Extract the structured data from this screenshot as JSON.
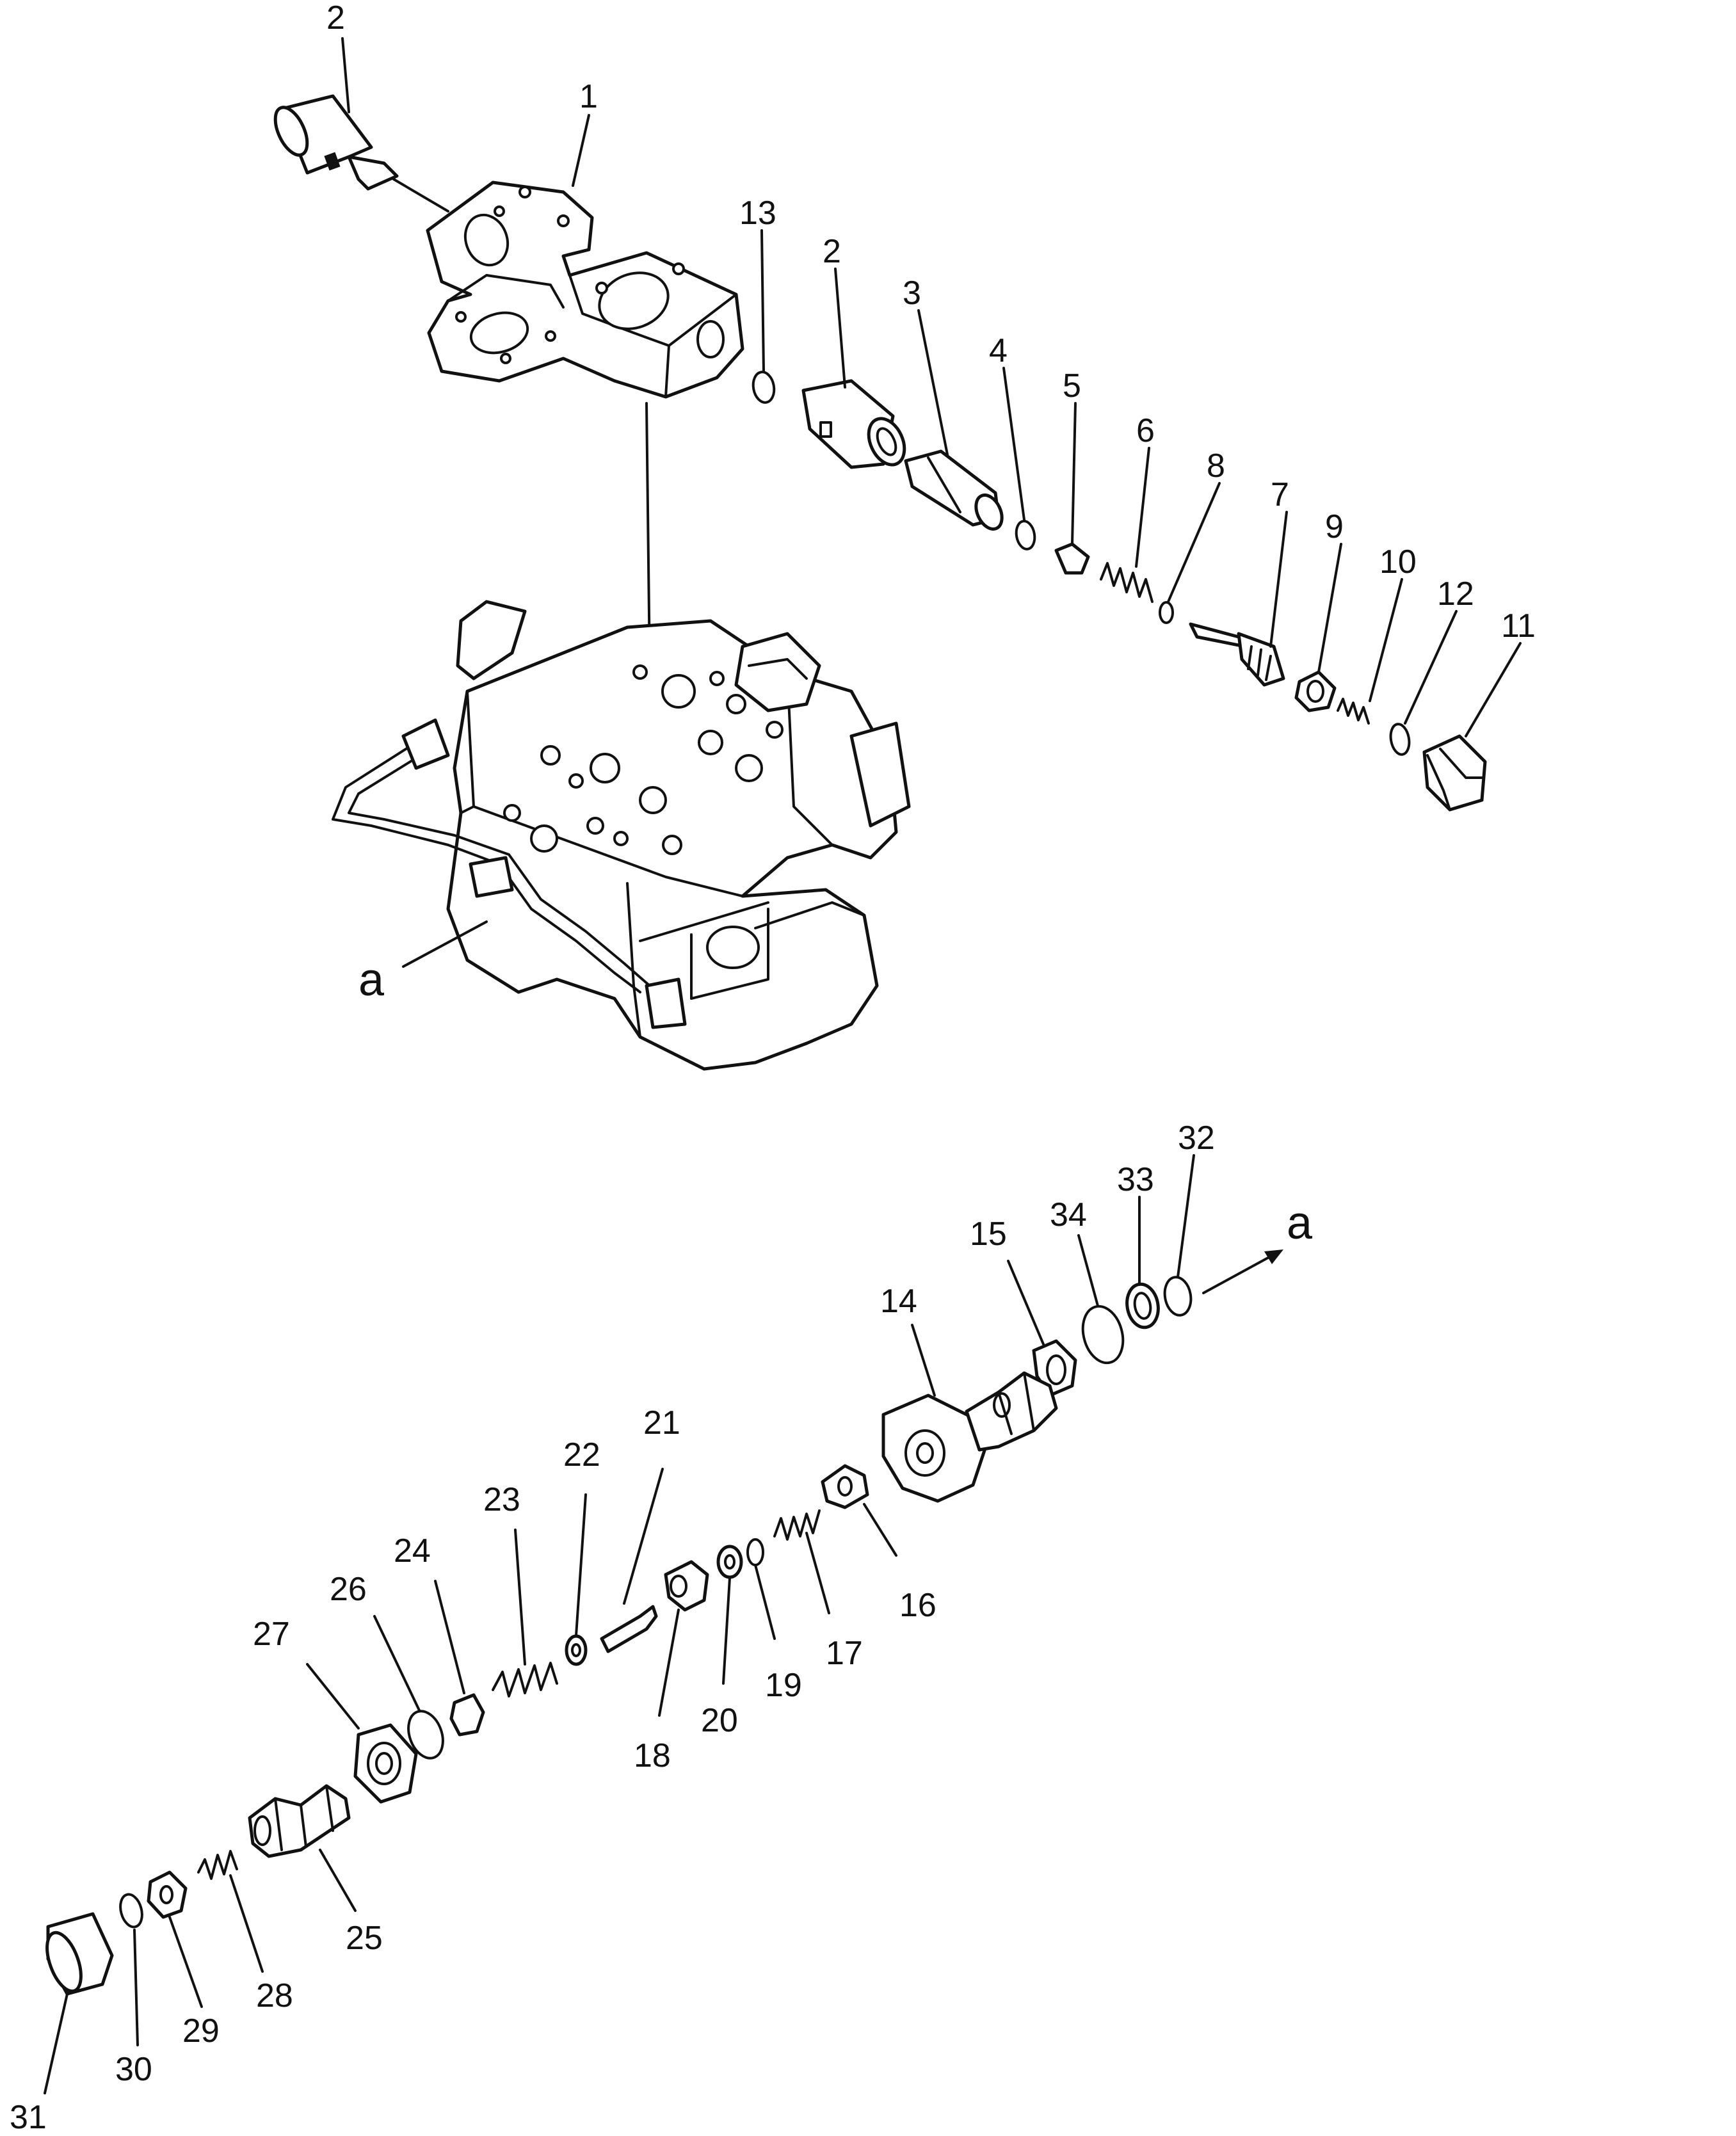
{
  "callouts": {
    "c1": "1",
    "c2a": "2",
    "c2b": "2",
    "c3": "3",
    "c4": "4",
    "c5": "5",
    "c6": "6",
    "c7": "7",
    "c8": "8",
    "c9": "9",
    "c10": "10",
    "c11": "11",
    "c12": "12",
    "c13": "13",
    "c14": "14",
    "c15": "15",
    "c16": "16",
    "c17": "17",
    "c18": "18",
    "c19": "19",
    "c20": "20",
    "c21": "21",
    "c22": "22",
    "c23": "23",
    "c24": "24",
    "c25": "25",
    "c26": "26",
    "c27": "27",
    "c28": "28",
    "c29": "29",
    "c30": "30",
    "c31": "31",
    "c32": "32",
    "c33": "33",
    "c34": "34",
    "ref_a_valve": "a",
    "ref_a_arrow": "a"
  }
}
